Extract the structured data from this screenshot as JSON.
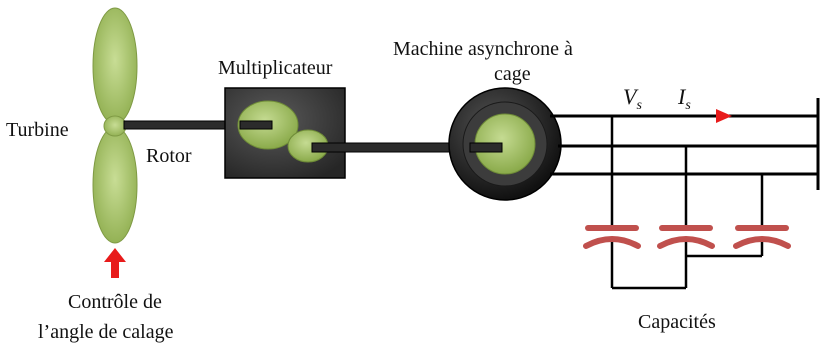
{
  "labels": {
    "turbine": "Turbine",
    "rotor": "Rotor",
    "gearbox": "Multiplicateur",
    "machine_line1": "Machine asynchrone à",
    "machine_line2": "cage",
    "voltage_var": "V",
    "voltage_sub": "s",
    "current_var": "I",
    "current_sub": "s",
    "pitch_line1": "Contrôle de",
    "pitch_line2": "l’angle de calage",
    "capacitors": "Capacités"
  },
  "colors": {
    "blade": "#9bbb59",
    "gear": "#9bbb59",
    "gearbox_body": "#3a3a3a",
    "machine_body": "#1f1f1f",
    "bus": "#000000",
    "capacitor": "#c0504d",
    "arrow_red": "#e81b1b"
  },
  "icons": {
    "pitch_arrow": "up-arrow-red",
    "current_arrow": "right-arrow-red"
  }
}
